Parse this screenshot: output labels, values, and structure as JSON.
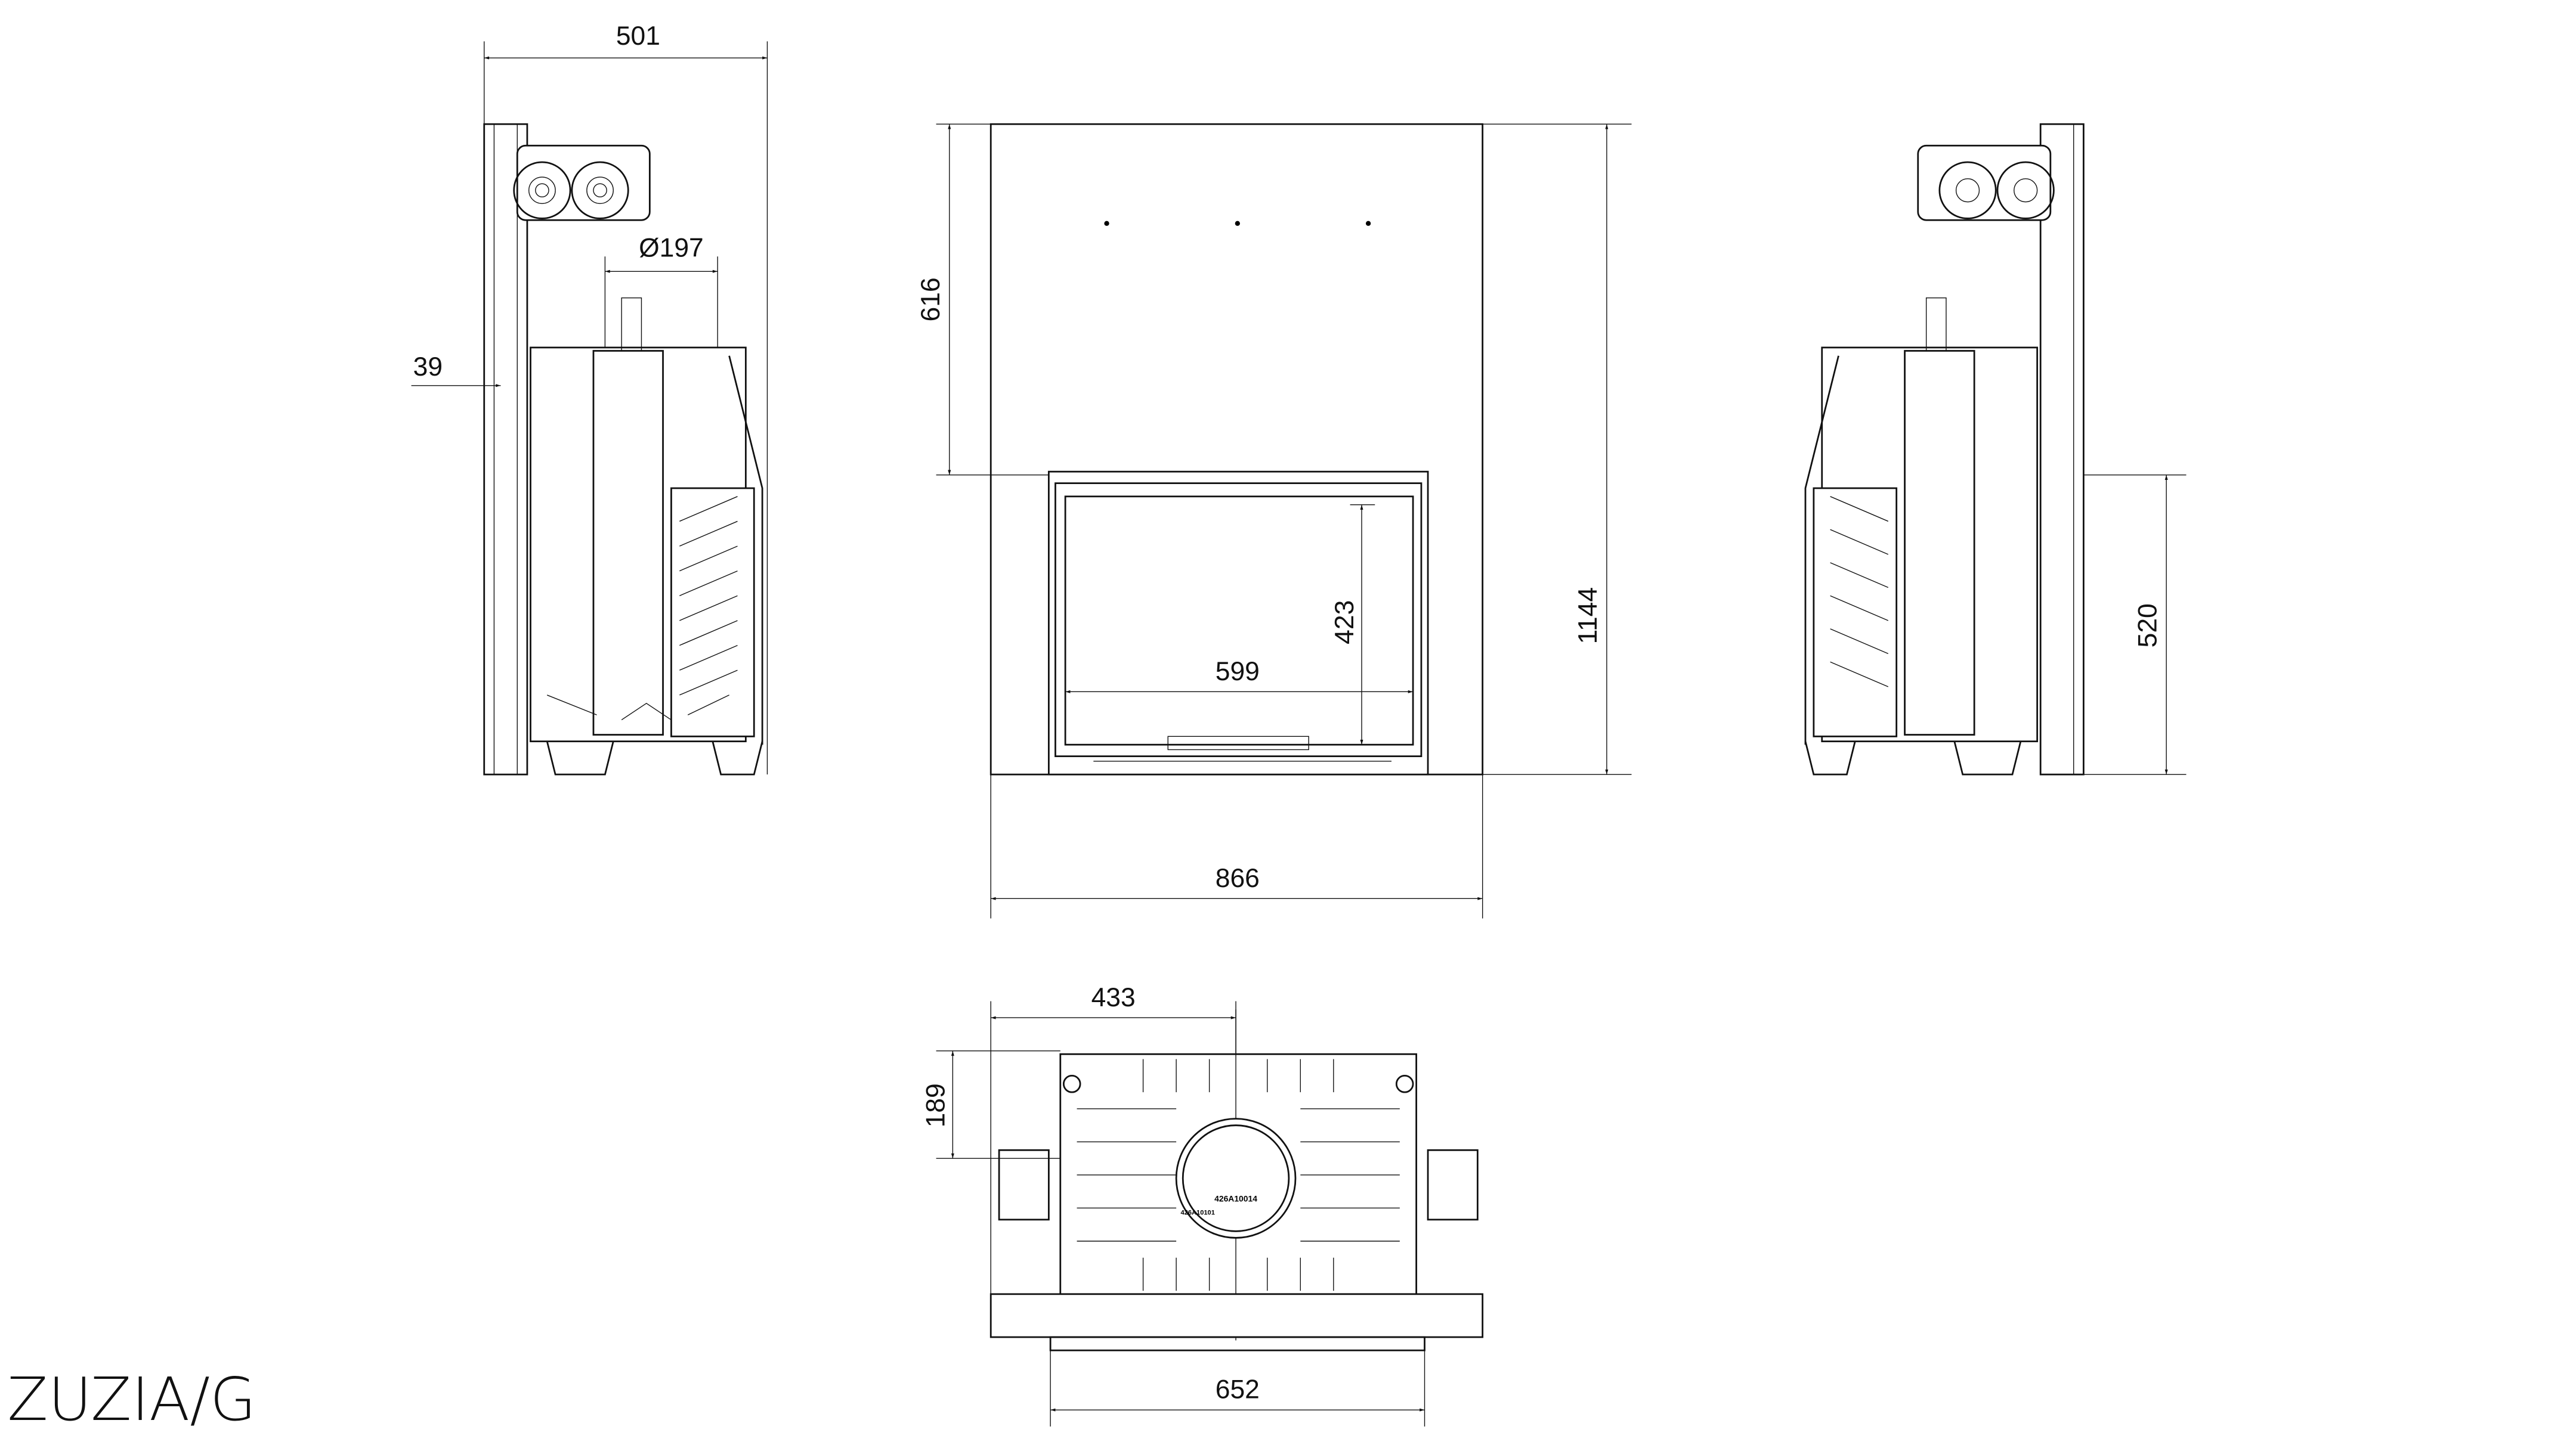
{
  "title": "ZUZIA/G",
  "side_view_left": {
    "width": "501",
    "flue_diameter": "Ø197",
    "offset": "39"
  },
  "front_view": {
    "top_height": "616",
    "total_height": "1144",
    "glass_height": "423",
    "glass_width": "599",
    "total_width": "866"
  },
  "side_view_right": {
    "base_height": "520"
  },
  "bottom_view": {
    "half_width": "433",
    "depth": "189",
    "base_width": "652",
    "part_code_1": "426A10014",
    "part_code_2": "426A10101"
  }
}
